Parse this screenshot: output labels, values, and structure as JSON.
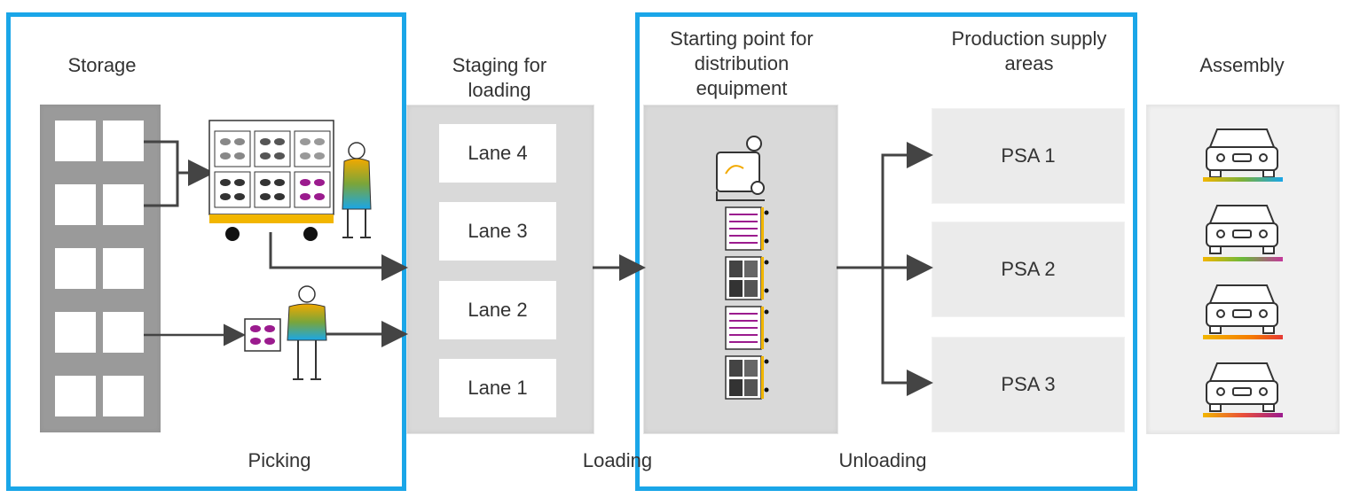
{
  "labels": {
    "storage": "Storage",
    "picking": "Picking",
    "staging": "Staging for\nloading",
    "loading": "Loading",
    "starting_point": "Starting point for\ndistribution\nequipment",
    "unloading": "Unloading",
    "psa_areas": "Production supply\nareas",
    "assembly": "Assembly"
  },
  "lanes": [
    "Lane 4",
    "Lane 3",
    "Lane 2",
    "Lane 1"
  ],
  "psas": [
    "PSA 1",
    "PSA 2",
    "PSA 3"
  ],
  "colors": {
    "highlight": "#1aa6e8",
    "panel": "#d9d9d9",
    "arrow": "#444444",
    "magenta": "#9b1b8e",
    "cart_yellow": "#f2b600"
  }
}
